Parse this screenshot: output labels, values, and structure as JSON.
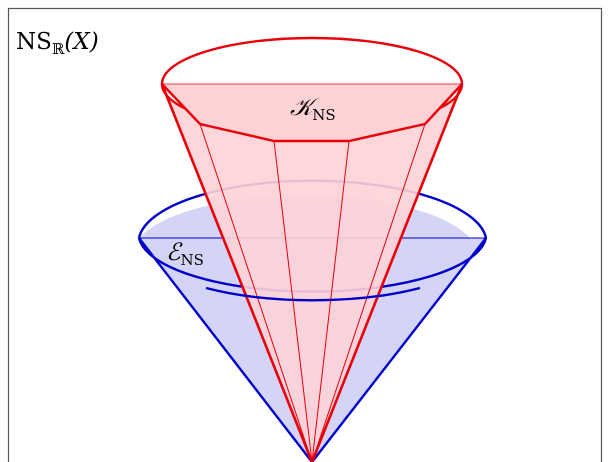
{
  "diagram": {
    "space_label": {
      "main": "NS",
      "subscript": "ℝ",
      "argument": "(X)"
    },
    "inner_cone": {
      "symbol": "𝒦",
      "subscript": "NS",
      "color": "#e8000b",
      "fill": "#ffd3d6"
    },
    "outer_cone": {
      "symbol": "ℰ",
      "subscript": "NS",
      "color": "#0000cc",
      "fill": "#d4d4f7"
    },
    "frame_color": "#555555"
  }
}
